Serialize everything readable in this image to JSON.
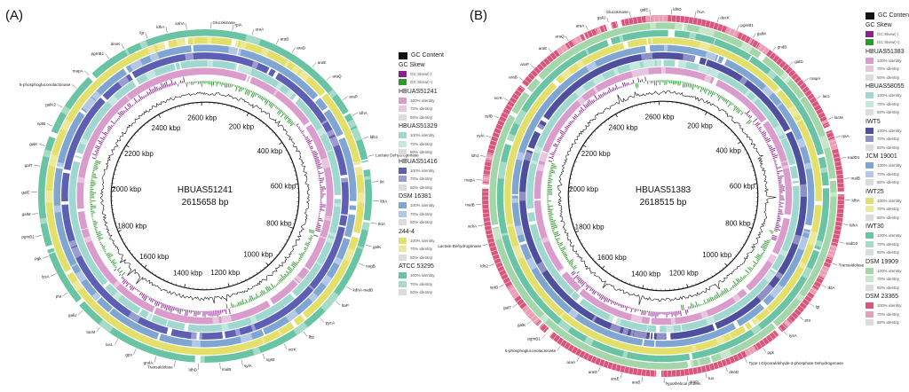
{
  "panels": [
    {
      "letter": "(A)",
      "center_name": "HBUAS51241",
      "center_size": "2615658 bp",
      "kbp_labels": [
        "200 kbp",
        "400 kbp",
        "600 kbp",
        "800 kbp",
        "1000 kbp",
        "1200 kbp",
        "1400 kbp",
        "1600 kbp",
        "1800 kbp",
        "2000 kbp",
        "2200 kbp",
        "2400 kbp",
        "2600 kbp"
      ],
      "legend": {
        "gc_content": "GC Content",
        "gc_skew": "GC Skew",
        "skew_neg": "GC Skew(-)",
        "skew_pos": "GC Skew(+)",
        "skew_neg_color": "#8e1f8e",
        "skew_pos_color": "#2a9a2a",
        "genomes": [
          {
            "name": "HBUAS51241",
            "colors": [
              "#d99ccc",
              "#e8c6e0",
              "#dcdcdc"
            ]
          },
          {
            "name": "HBUAS51329",
            "colors": [
              "#9ed8d0",
              "#c4e7e2",
              "#dcdcdc"
            ]
          },
          {
            "name": "HBUAS51416",
            "colors": [
              "#5c5fb3",
              "#9a9dd2",
              "#dcdcdc"
            ]
          },
          {
            "name": "DSM 16381",
            "colors": [
              "#7fa6d3",
              "#b1c9e6",
              "#dcdcdc"
            ]
          },
          {
            "name": "244-4",
            "colors": [
              "#e3e06a",
              "#ece99a",
              "#dcdcdc"
            ]
          },
          {
            "name": "ATCC 53295",
            "colors": [
              "#69c4a4",
              "#a6dcc6",
              "#dcdcdc"
            ]
          }
        ],
        "identities": [
          "100% identity",
          "70% identity",
          "50% identity"
        ]
      },
      "genes": [
        {
          "label": "pgmB1"
        },
        {
          "label": "dexK"
        },
        {
          "label": "lgt"
        },
        {
          "label": "ldhA"
        },
        {
          "label": "anhA"
        },
        {
          "label": "Glucokinase"
        },
        {
          "label": "rpiA"
        },
        {
          "label": "araA"
        },
        {
          "label": "araB"
        },
        {
          "label": "araD"
        },
        {
          "label": "araE"
        },
        {
          "label": "araQ"
        },
        {
          "label": "araP"
        },
        {
          "label": "ldhA"
        },
        {
          "label": "ldb1"
        },
        {
          "label": "Lactate Dehydrogenase"
        },
        {
          "label": "tkt"
        },
        {
          "label": "ltbA"
        },
        {
          "label": "tktA"
        },
        {
          "label": "galK"
        },
        {
          "label": "nagB"
        },
        {
          "label": "kdhA-nadB"
        },
        {
          "label": "ltaP"
        },
        {
          "label": "pycA"
        },
        {
          "label": "fbp"
        },
        {
          "label": "scrK"
        },
        {
          "label": "sgrB"
        },
        {
          "label": "sylA"
        },
        {
          "label": "malB"
        },
        {
          "label": "ldhD"
        },
        {
          "label": "Transaldolase"
        },
        {
          "label": "gndA"
        },
        {
          "label": "gpo"
        },
        {
          "label": "lacL"
        },
        {
          "label": "lacM"
        },
        {
          "label": "galU"
        },
        {
          "label": "pta"
        },
        {
          "label": "lysA"
        },
        {
          "label": "pgk"
        },
        {
          "label": "pgmB1"
        },
        {
          "label": "galM"
        },
        {
          "label": "galE"
        },
        {
          "label": "galT"
        },
        {
          "label": "galK"
        },
        {
          "label": "nptB"
        },
        {
          "label": "galK2"
        },
        {
          "label": "6-phosphogluconolactonase"
        },
        {
          "label": "mapA"
        }
      ]
    },
    {
      "letter": "(B)",
      "center_name": "HBUAS51383",
      "center_size": "2618515 bp",
      "kbp_labels": [
        "200 kbp",
        "400 kbp",
        "600 kbp",
        "800 kbp",
        "1000 kbp",
        "1200 kbp",
        "1400 kbp",
        "1600 kbp",
        "1800 kbp",
        "2000 kbp",
        "2200 kbp",
        "2400 kbp",
        "2600 kbp"
      ],
      "legend": {
        "gc_content": "GC Content",
        "gc_skew": "GC Skew",
        "skew_neg": "GC Skew(-)",
        "skew_pos": "GC Skew(+)",
        "skew_neg_color": "#8e1f8e",
        "skew_pos_color": "#2a9a2a",
        "genomes": [
          {
            "name": "HBUAS51383",
            "colors": [
              "#d99ccc",
              "#e8c6e0",
              "#dcdcdc"
            ]
          },
          {
            "name": "HBUAS58055",
            "colors": [
              "#9ed8d0",
              "#c4e7e2",
              "#dcdcdc"
            ]
          },
          {
            "name": "IWT5",
            "colors": [
              "#4e4f9e",
              "#8e91c6",
              "#dcdcdc"
            ]
          },
          {
            "name": "JCM 19001",
            "colors": [
              "#7fa6d3",
              "#b1c9e6",
              "#dcdcdc"
            ]
          },
          {
            "name": "IWT25",
            "colors": [
              "#e3e06a",
              "#ece99a",
              "#dcdcdc"
            ]
          },
          {
            "name": "IWT30",
            "colors": [
              "#69c4a4",
              "#a6dcc6",
              "#dcdcdc"
            ]
          },
          {
            "name": "DSM 19909",
            "colors": [
              "#a3d6a8",
              "#c7e6ca",
              "#dcdcdc"
            ]
          },
          {
            "name": "DSM 23365",
            "colors": [
              "#d9557c",
              "#ea9fb6",
              "#dcdcdc"
            ]
          }
        ],
        "identities": [
          "100% identity",
          "70% identity",
          "50% identity"
        ]
      },
      "genes": [
        {
          "label": "galU"
        },
        {
          "label": "Glucokinase"
        },
        {
          "label": "galE"
        },
        {
          "label": "ldhD"
        },
        {
          "label": "fruA"
        },
        {
          "label": "dexK"
        },
        {
          "label": "pgmB1"
        },
        {
          "label": "galM"
        },
        {
          "label": "gndB"
        },
        {
          "label": "galD"
        },
        {
          "label": "mapA"
        },
        {
          "label": "lacL"
        },
        {
          "label": "lacM"
        },
        {
          "label": "rpiA"
        },
        {
          "label": "nadD1"
        },
        {
          "label": "malB"
        },
        {
          "label": "ldhA"
        },
        {
          "label": "ldhA"
        },
        {
          "label": "nadD2"
        },
        {
          "label": "Transaldolase"
        },
        {
          "label": "tktA"
        },
        {
          "label": "lgt"
        },
        {
          "label": "pta"
        },
        {
          "label": "lysA"
        },
        {
          "label": "pgk"
        },
        {
          "label": "Type I Glyceraldehyde-3-phosphate Dehydrogenase"
        },
        {
          "label": "deoD"
        },
        {
          "label": "tuo"
        },
        {
          "label": "araQ"
        },
        {
          "label": "hypothetical protein"
        },
        {
          "label": "araB"
        },
        {
          "label": "araE"
        },
        {
          "label": "araD"
        },
        {
          "label": "araA"
        },
        {
          "label": "6-phosphogluconolactonase"
        },
        {
          "label": "pgmB1"
        },
        {
          "label": "galK"
        },
        {
          "label": "galT"
        },
        {
          "label": "nptB"
        },
        {
          "label": "ldh2"
        },
        {
          "label": "Lactate Dehydrogenase"
        },
        {
          "label": "ackA"
        },
        {
          "label": "malB"
        },
        {
          "label": "mapA"
        },
        {
          "label": "ldh1"
        },
        {
          "label": "sylA"
        },
        {
          "label": "sylB"
        },
        {
          "label": "scrK"
        },
        {
          "label": "araB"
        },
        {
          "label": "araP"
        },
        {
          "label": "araE"
        },
        {
          "label": "araQ"
        },
        {
          "label": "araA"
        }
      ]
    }
  ]
}
